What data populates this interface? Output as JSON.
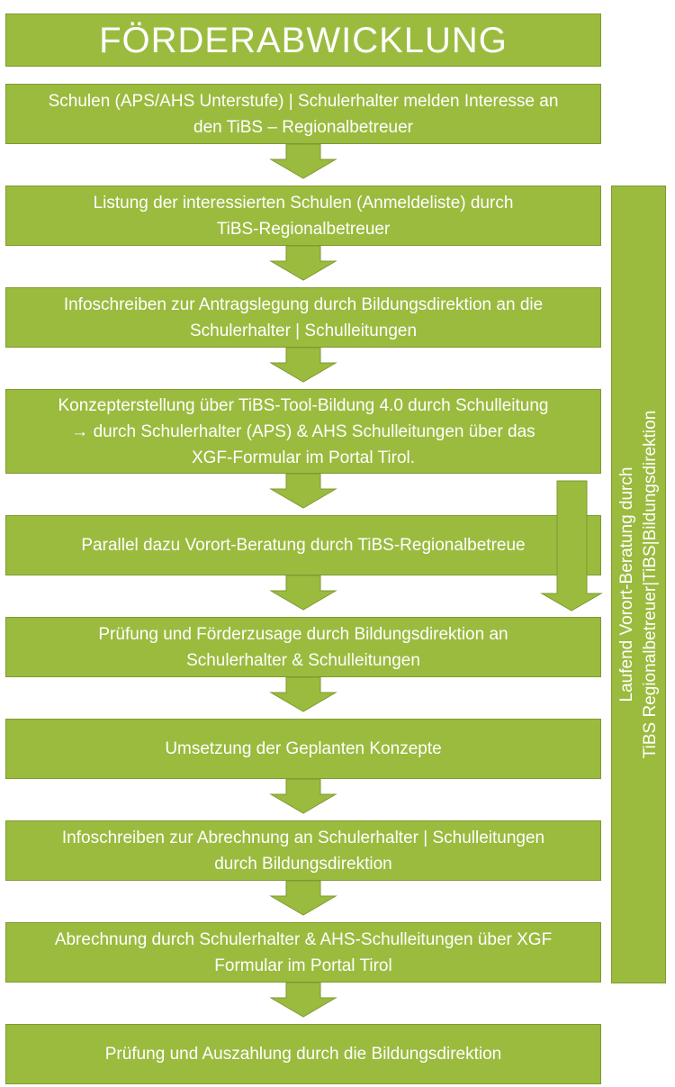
{
  "title": "FÖRDERABWICKLUNG",
  "steps": [
    {
      "line1": "Schulen (APS/AHS Unterstufe) | Schulerhalter melden Interesse an",
      "line2": "den TiBS – Regionalbetreuer"
    },
    {
      "line1": "Listung der interessierten Schulen (Anmeldeliste) durch",
      "line2": "TiBS-Regionalbetreuer"
    },
    {
      "line1": "Infoschreiben zur Antragslegung durch Bildungsdirektion an die",
      "line2": "Schulerhalter | Schulleitungen"
    },
    {
      "line1": "Konzepterstellung über TiBS-Tool-Bildung 4.0 durch Schulleitung",
      "line2": "→ durch Schulerhalter (APS) & AHS Schulleitungen über das",
      "line3": "XGF-Formular im Portal Tirol."
    },
    {
      "line1": "Parallel dazu Vorort-Beratung durch TiBS-Regionalbetreue"
    },
    {
      "line1": "Prüfung und Förderzusage durch Bildungsdirektion an",
      "line2": "Schulerhalter & Schulleitungen"
    },
    {
      "line1": "Umsetzung der Geplanten Konzepte"
    },
    {
      "line1": "Infoschreiben zur Abrechnung an Schulerhalter | Schulleitungen",
      "line2": "durch Bildungsdirektion"
    },
    {
      "line1": "Abrechnung durch Schulerhalter & AHS-Schulleitungen über XGF",
      "line2": "Formular im Portal Tirol"
    },
    {
      "line1": "Prüfung und Auszahlung durch die Bildungsdirektion"
    }
  ],
  "side": {
    "line1": "Laufend Vorort-Beratung durch",
    "line2": "TiBS Regionalbetreuer|TiBS|Bildungsdirektion"
  },
  "colors": {
    "box_fill": "#9bbb3f",
    "box_border": "#7e9a31",
    "text": "#ffffff"
  }
}
